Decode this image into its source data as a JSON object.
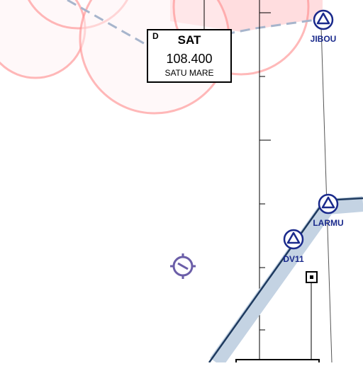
{
  "navaid": {
    "class_letter": "D",
    "ident": "SAT",
    "frequency": "108.400",
    "name": "SATU MARE"
  },
  "waypoints": [
    {
      "name": "JIBOU"
    },
    {
      "name": "LARMU"
    },
    {
      "name": "DV11"
    }
  ],
  "colors": {
    "waypoint": "#1a2a8c",
    "restricted_area": "#ff8a8a",
    "route_band": "#c4d3e3",
    "route_line": "#1e3a5f",
    "airway_dashed": "#a7b5cc",
    "vor_compass_symbol": "#6b5ea8",
    "grid": "#000000"
  },
  "icons": {
    "waypoint": "triangle-in-circle",
    "vor": "compass-rose-circle",
    "obstacle": "square-with-dot"
  }
}
